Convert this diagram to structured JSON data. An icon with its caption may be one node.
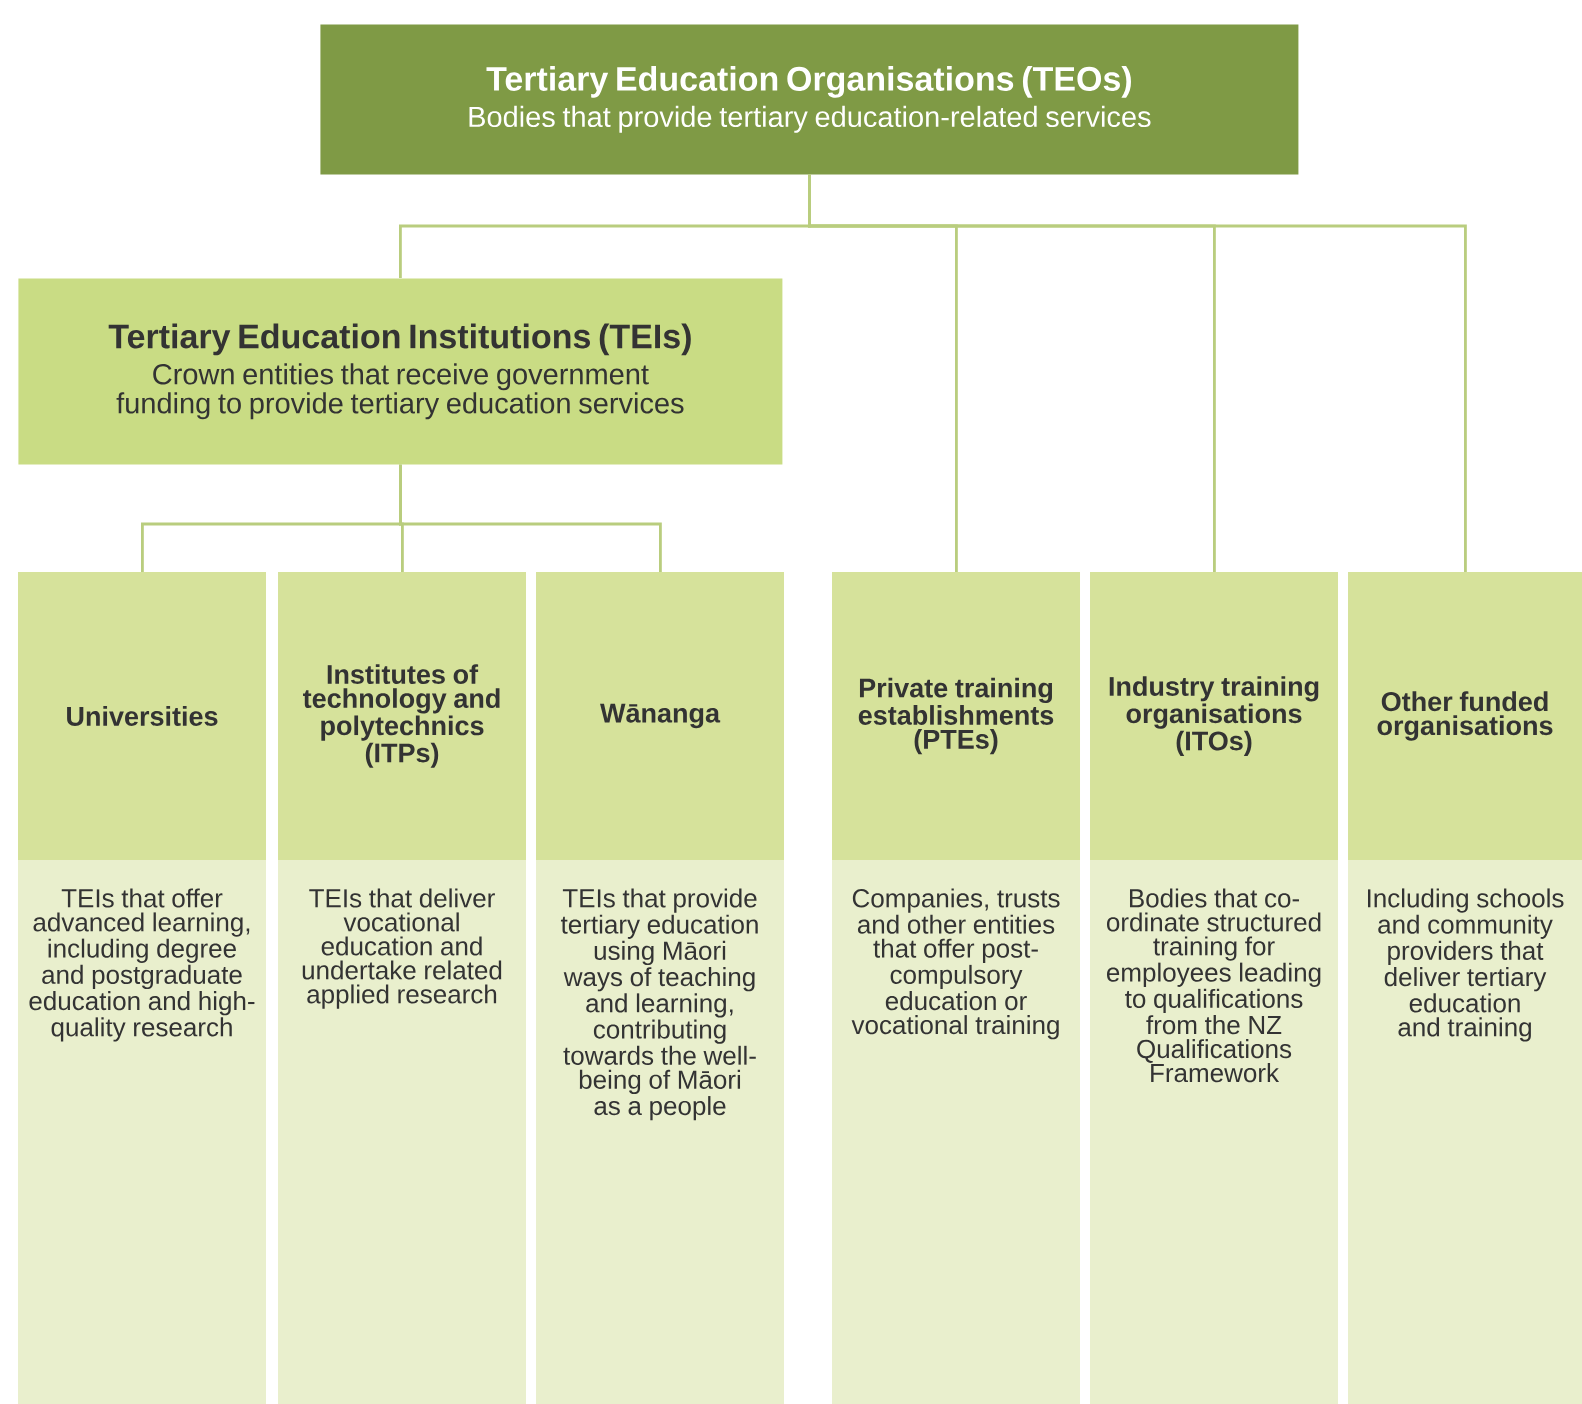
{
  "diagram": {
    "nodes": [
      {
        "text": [
          "Tertiary Education Organisations (TEOs)",
          "Bodies that provide tertiary education-related services"
        ]
      },
      {
        "text": [
          "Tertiary Education Institutions (TEIs)",
          "Crown entities that receive government funding to provide tertiary education services"
        ]
      },
      {
        "text": [
          "Universities",
          "TEIs that offer advanced learning, including degree and postgraduate education and high-quality research"
        ]
      },
      {
        "text": [
          "Institutes of technology and polytechnics (ITPs)",
          "TEIs that deliver vocational education and undertake related applied research"
        ]
      },
      {
        "text": [
          "Wānanga",
          "TEIs that provide tertiary education using Māori ways of teaching and learning, contributing towards the well-being of Māori as a people"
        ]
      },
      {
        "text": [
          "Private training establishments (PTEs)",
          "Companies, trusts and other entities that offer post-compulsory education or vocational training"
        ]
      },
      {
        "text": [
          "Industry training organisations (ITOs)",
          "Bodies that co-ordinate structured training for employees leading to qualifications from the NZ Qualifications Framework"
        ]
      },
      {
        "text": [
          "Other funded organisations",
          "Including schools and community providers that deliver tertiary education and training"
        ]
      }
    ],
    "edges": [
      {
        "from": 0,
        "to": 1,
        "arrow": "none"
      },
      {
        "from": 0,
        "to": 5,
        "arrow": "none"
      },
      {
        "from": 0,
        "to": 6,
        "arrow": "none"
      },
      {
        "from": 0,
        "to": 7,
        "arrow": "none"
      },
      {
        "from": 1,
        "to": 2,
        "arrow": "none"
      },
      {
        "from": 1,
        "to": 3,
        "arrow": "none"
      },
      {
        "from": 1,
        "to": 4,
        "arrow": "none"
      }
    ]
  }
}
